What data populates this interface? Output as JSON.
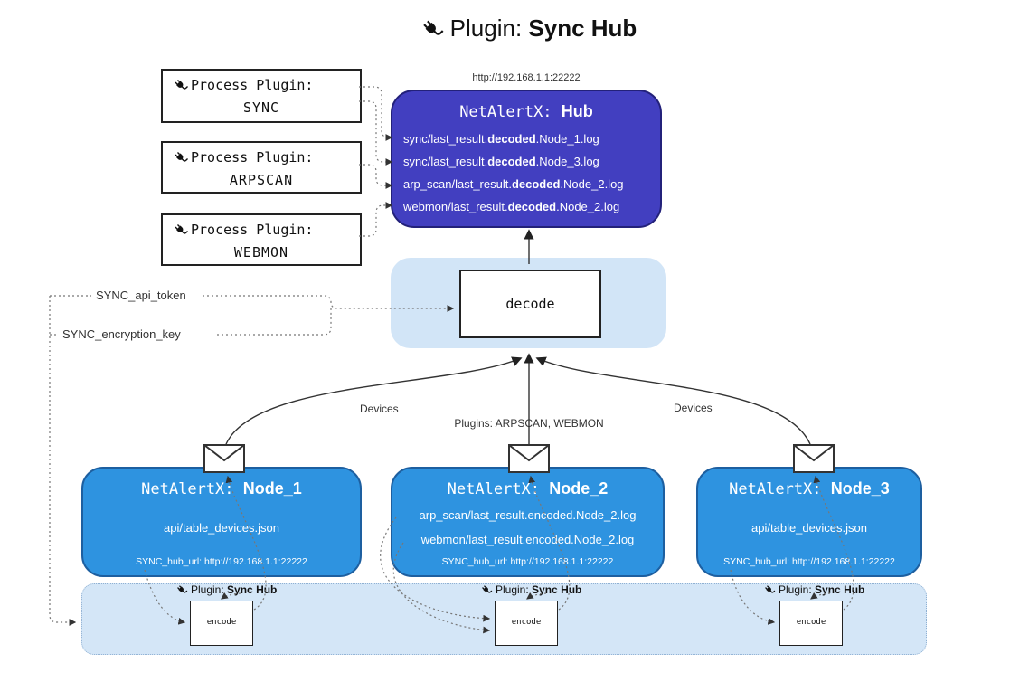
{
  "title": {
    "prefix": "Plugin:",
    "bold": "Sync Hub"
  },
  "process_plugins": [
    {
      "label": "Process Plugin:",
      "name": "SYNC"
    },
    {
      "label": "Process Plugin:",
      "name": "ARPSCAN"
    },
    {
      "label": "Process Plugin:",
      "name": "WEBMON"
    }
  ],
  "hub": {
    "url": "http://192.168.1.1:22222",
    "title_prefix": "NetAlertX:",
    "title_bold": "Hub",
    "logs": [
      {
        "pre": "sync/last_result.",
        "bold": "decoded",
        "post": ".Node_1.log"
      },
      {
        "pre": "sync/last_result.",
        "bold": "decoded",
        "post": ".Node_3.log"
      },
      {
        "pre": "arp_scan/last_result.",
        "bold": "decoded",
        "post": ".Node_2.log"
      },
      {
        "pre": "webmon/last_result.",
        "bold": "decoded",
        "post": ".Node_2.log"
      }
    ]
  },
  "decode": {
    "label": "decode"
  },
  "secrets": {
    "api_token": "SYNC_api_token",
    "encryption_key": "SYNC_encryption_key"
  },
  "flows": {
    "left": "Devices",
    "center": "Plugins: ARPSCAN, WEBMON",
    "right": "Devices"
  },
  "nodes": [
    {
      "title_prefix": "NetAlertX:",
      "title_bold": "Node_1",
      "lines": [
        "api/table_devices.json"
      ],
      "footer": "SYNC_hub_url: http://192.168.1.1:22222"
    },
    {
      "title_prefix": "NetAlertX:",
      "title_bold": "Node_2",
      "lines": [
        "arp_scan/last_result.encoded.Node_2.log",
        "webmon/last_result.encoded.Node_2.log"
      ],
      "footer": "SYNC_hub_url: http://192.168.1.1:22222"
    },
    {
      "title_prefix": "NetAlertX:",
      "title_bold": "Node_3",
      "lines": [
        "api/table_devices.json"
      ],
      "footer": "SYNC_hub_url: http://192.168.1.1:22222"
    }
  ],
  "encoder": {
    "plugin_prefix": "Plugin:",
    "plugin_bold": "Sync Hub",
    "label": "encode"
  },
  "colors": {
    "hub_bg": "#423fc0",
    "node_bg": "#2e93e0",
    "panel_bg": "#d4e6f7",
    "text_on_blue": "#ffffff"
  }
}
